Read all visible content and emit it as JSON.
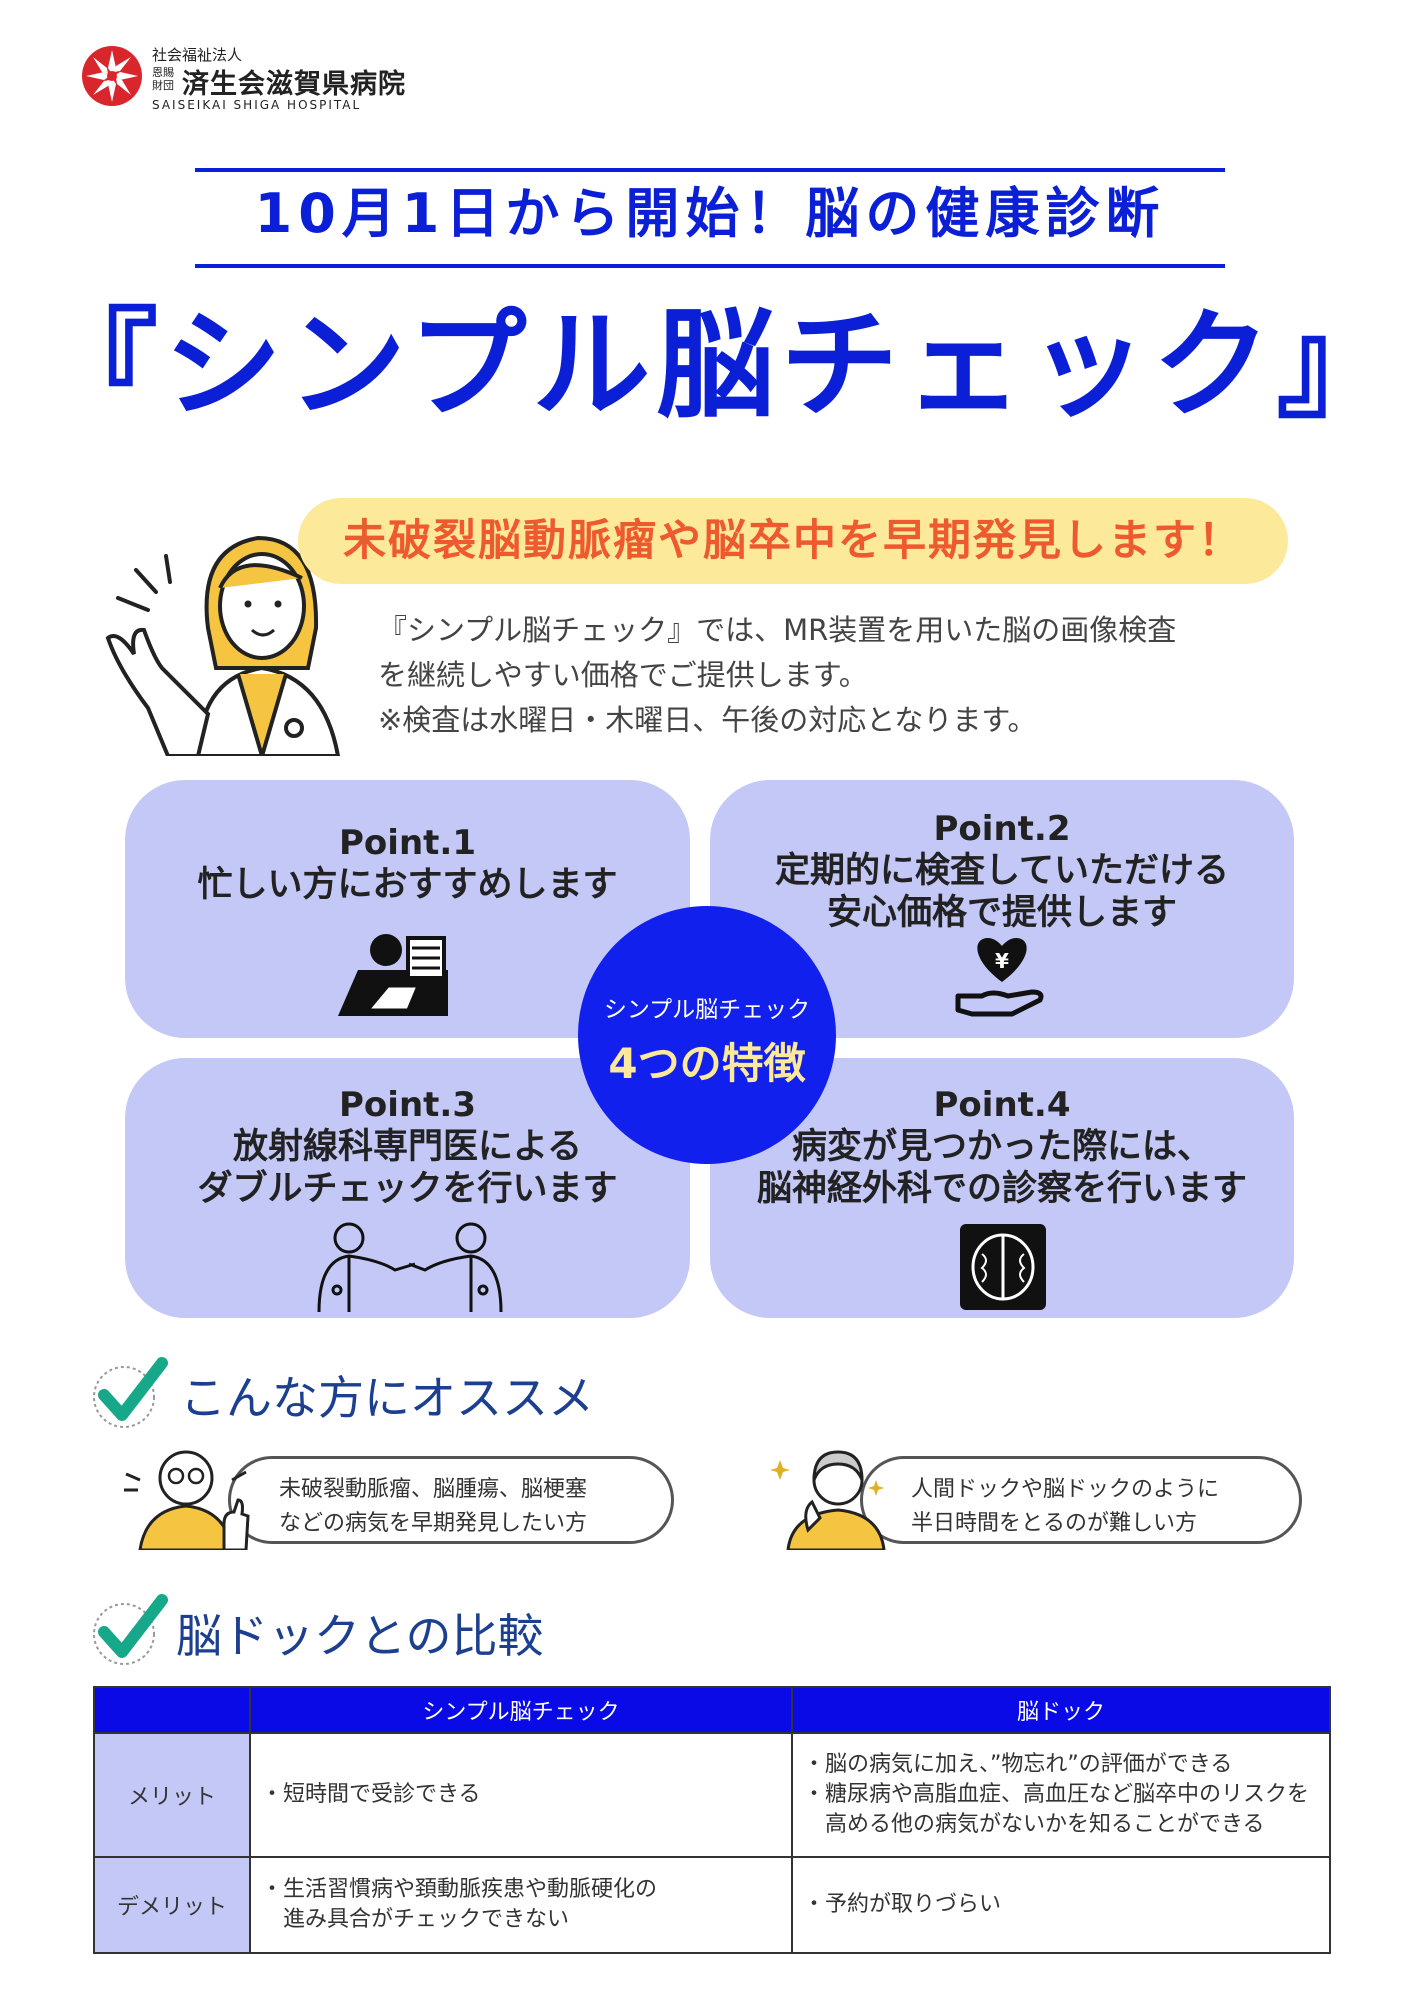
{
  "logo": {
    "line1": "社会福祉法人",
    "line2_small": "恩賜財団",
    "line2": "済生会滋賀県病院",
    "line3": "SAISEIKAI SHIGA HOSPITAL"
  },
  "subheadline": "10月1日から開始！脳の健康診断",
  "title": "『シンプル脳チェック』",
  "banner": "未破裂脳動脈瘤や脳卒中を早期発見します！",
  "intro": [
    "『シンプル脳チェック』では、MR装置を用いた脳の画像検査",
    "を継続しやすい価格でご提供します。",
    "※検査は水曜日・木曜日、午後の対応となります。"
  ],
  "points": [
    {
      "label": "Point.1",
      "lines": [
        "忙しい方におすすめします"
      ]
    },
    {
      "label": "Point.2",
      "lines": [
        "定期的に検査していただける",
        "安心価格で提供します"
      ]
    },
    {
      "label": "Point.3",
      "lines": [
        "放射線科専門医による",
        "ダブルチェックを行います"
      ]
    },
    {
      "label": "Point.4",
      "lines": [
        "病変が見つかった際には、",
        "脳神経外科での診察を行います"
      ]
    }
  ],
  "center": {
    "line1": "シンプル脳チェック",
    "line2": "4つの特徴"
  },
  "recommend": {
    "title": "こんな方にオススメ",
    "items": [
      {
        "lines": [
          "未破裂動脈瘤、脳腫瘍、脳梗塞",
          "などの病気を早期発見したい方"
        ]
      },
      {
        "lines": [
          "人間ドックや脳ドックのように",
          "半日時間をとるのが難しい方"
        ]
      }
    ]
  },
  "comparison": {
    "title": "脳ドックとの比較",
    "columns": [
      "シンプル脳チェック",
      "脳ドック"
    ],
    "rows": [
      {
        "label": "メリット",
        "simple": [
          "・短時間で受診できる"
        ],
        "dock": [
          "・脳の病気に加え、”物忘れ”の評価ができる",
          "・糖尿病や高脂血症、高血圧など脳卒中のリスクを",
          "　高める他の病気がないかを知ることができる"
        ]
      },
      {
        "label": "デメリット",
        "simple": [
          "・生活習慣病や頚動脈疾患や動脈硬化の",
          "　進み具合がチェックできない"
        ],
        "dock": [
          "・予約が取りづらい"
        ]
      }
    ]
  },
  "colors": {
    "accent": "#0a1fd6",
    "card": "#c4c8f7",
    "banner": "#fde99a",
    "banner_text": "#ee5a2f",
    "check": "#16a889",
    "section_title": "#1c3f8f"
  }
}
